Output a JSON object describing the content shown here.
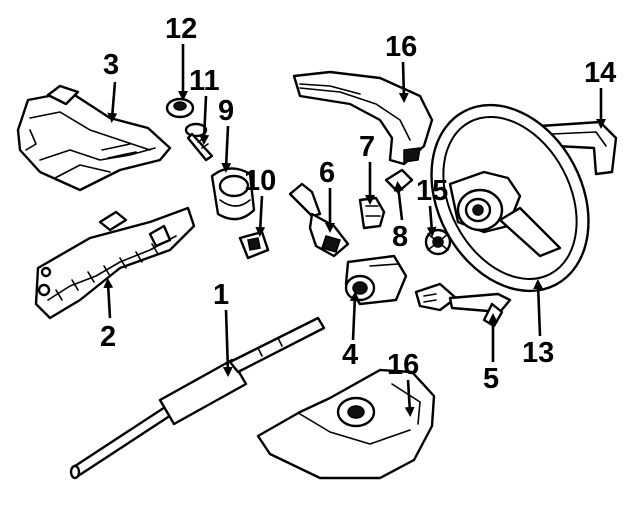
{
  "diagram": {
    "callouts": [
      "1",
      "2",
      "3",
      "4",
      "5",
      "6",
      "7",
      "8",
      "9",
      "10",
      "11",
      "12",
      "13",
      "14",
      "15",
      "16",
      "16"
    ]
  }
}
